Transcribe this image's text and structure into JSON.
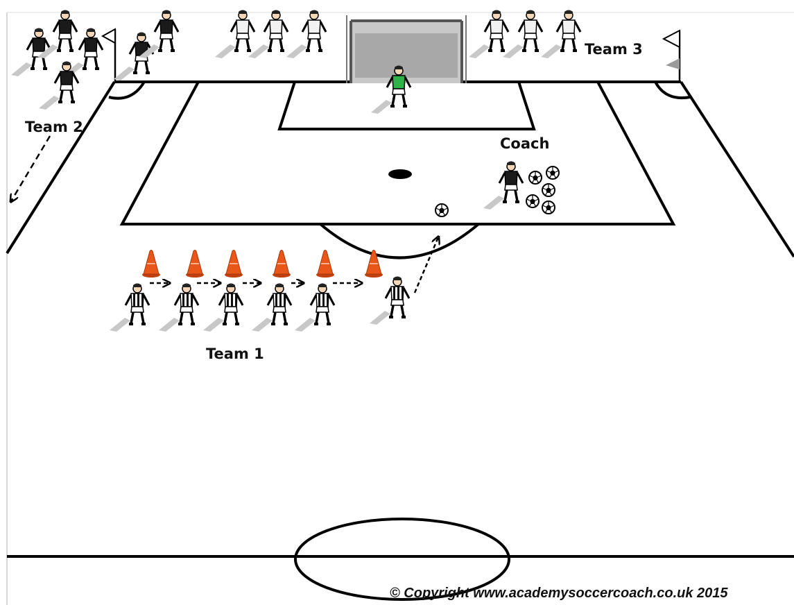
{
  "labels": {
    "team1": "Team 1",
    "team2": "Team 2",
    "team3": "Team 3",
    "coach": "Coach"
  },
  "copyright": "© Copyright www.academysoccercoach.co.uk 2015",
  "colors": {
    "cone": "#e8561a",
    "cone_stripe": "#ffffff",
    "goalkeeper_kit": "#2fb24a",
    "team1_kit": "striped-black-white",
    "team2_kit": "#1a1a1a",
    "team3_kit": "#f2f2f2",
    "lines": "#000000",
    "shadow": "#bdbdbd"
  },
  "icons": {
    "cone": "training-cone-icon",
    "ball": "soccer-ball-icon",
    "flag": "corner-flag-icon",
    "goal": "goal-net-icon"
  }
}
